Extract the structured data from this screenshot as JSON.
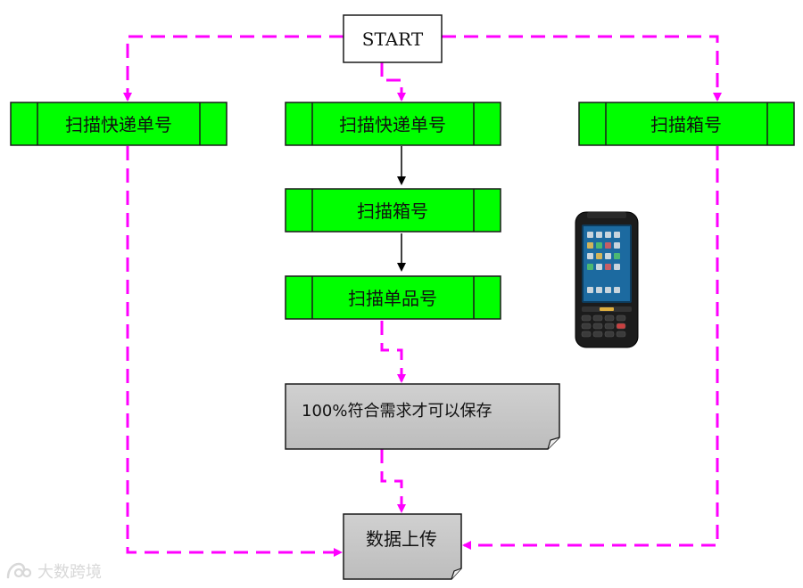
{
  "diagram": {
    "start": "START",
    "left_branch": [
      "扫描快递单号"
    ],
    "center_branch": [
      "扫描快递单号",
      "扫描箱号",
      "扫描单品号"
    ],
    "right_branch": [
      "扫描箱号"
    ],
    "rule_note": "100%符合需求才可以保存",
    "end": "数据上传"
  },
  "colors": {
    "process_fill": "#00ff00",
    "document_fill": "#c8c8c8",
    "dashed_flow": "#ff00ff",
    "solid_flow": "#000000"
  },
  "icons": {
    "device": "handheld-scanner-icon",
    "watermark_logo": "brand-logo-icon"
  },
  "watermark": {
    "text": "大数跨境"
  }
}
